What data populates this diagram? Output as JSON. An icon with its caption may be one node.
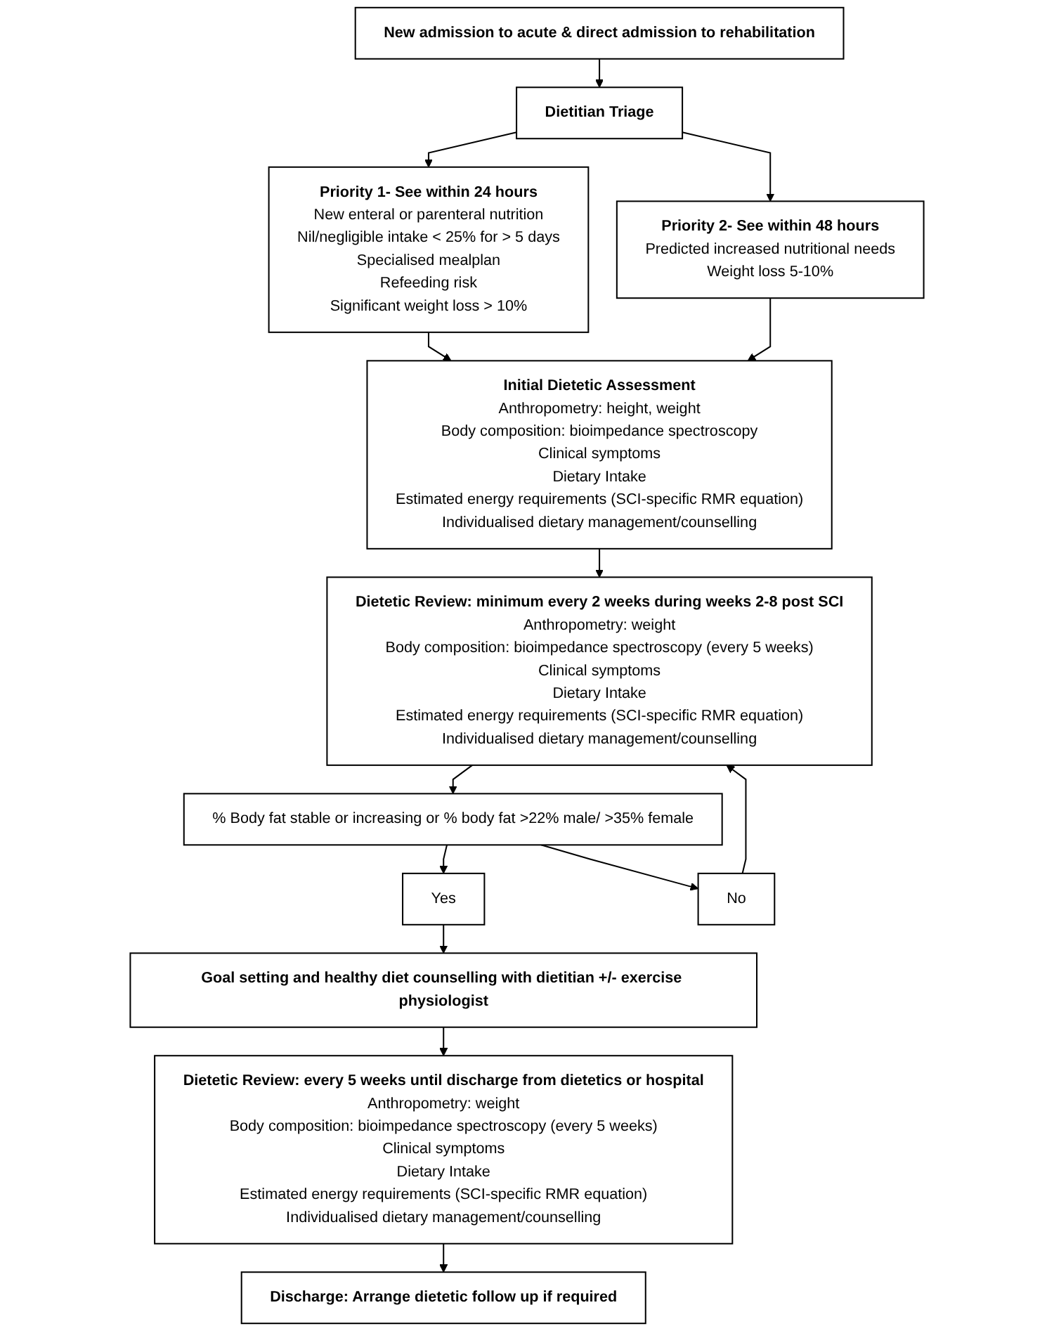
{
  "diagram": {
    "nodes": [
      {
        "text": [
          "New admission to acute & direct admission to rehabilitation"
        ]
      },
      {
        "text": [
          "Dietitian Triage"
        ]
      },
      {
        "text": [
          "Priority 1- See within 24 hours",
          "New enteral or parenteral nutrition",
          "Nil/negligible intake < 25% for > 5 days",
          "Specialised mealplan",
          "Refeeding risk",
          "Significant weight loss > 10%"
        ]
      },
      {
        "text": [
          "Priority 2- See within 48 hours",
          "Predicted increased nutritional needs",
          "Weight loss 5-10%"
        ]
      },
      {
        "text": [
          "Initial Dietetic Assessment",
          "Anthropometry: height, weight",
          "Body composition: bioimpedance spectroscopy",
          "Clinical symptoms",
          "Dietary Intake",
          "Estimated energy requirements (SCI-specific RMR equation)",
          "Individualised dietary management/counselling"
        ]
      },
      {
        "text": [
          "Dietetic Review: minimum every 2 weeks during weeks 2-8 post SCI",
          "Anthropometry: weight",
          "Body composition: bioimpedance spectroscopy (every 5 weeks)",
          "Clinical symptoms",
          "Dietary Intake",
          "Estimated energy requirements (SCI-specific RMR equation)",
          "Individualised dietary management/counselling"
        ]
      },
      {
        "text": [
          "% Body fat stable or increasing or % body fat >22% male/ >35% female"
        ]
      },
      {
        "text": [
          "Yes"
        ]
      },
      {
        "text": [
          "No"
        ]
      },
      {
        "text": [
          "Goal setting and healthy diet counselling with dietitian +/- exercise physiologist"
        ]
      },
      {
        "text": [
          "Dietetic Review: every 5 weeks until discharge from dietetics or hospital",
          "Anthropometry: weight",
          "Body composition: bioimpedance spectroscopy (every 5 weeks)",
          "Clinical symptoms",
          "Dietary Intake",
          "Estimated energy requirements (SCI-specific RMR equation)",
          "Individualised dietary management/counselling"
        ]
      },
      {
        "text": [
          "Discharge: Arrange dietetic follow up if required"
        ]
      }
    ],
    "edges": [
      {
        "from": 0,
        "to": 1,
        "arrow": "to"
      },
      {
        "from": 1,
        "to": 2,
        "arrow": "to"
      },
      {
        "from": 1,
        "to": 3,
        "arrow": "to"
      },
      {
        "from": 2,
        "to": 4,
        "arrow": "to"
      },
      {
        "from": 3,
        "to": 4,
        "arrow": "to"
      },
      {
        "from": 4,
        "to": 5,
        "arrow": "to"
      },
      {
        "from": 5,
        "to": 6,
        "arrow": "to"
      },
      {
        "from": 6,
        "to": 7,
        "arrow": "to"
      },
      {
        "from": 6,
        "to": 8,
        "arrow": "to"
      },
      {
        "from": 8,
        "to": 5,
        "arrow": "to"
      },
      {
        "from": 7,
        "to": 9,
        "arrow": "to"
      },
      {
        "from": 9,
        "to": 10,
        "arrow": "to"
      },
      {
        "from": 10,
        "to": 11,
        "arrow": "to"
      }
    ]
  }
}
